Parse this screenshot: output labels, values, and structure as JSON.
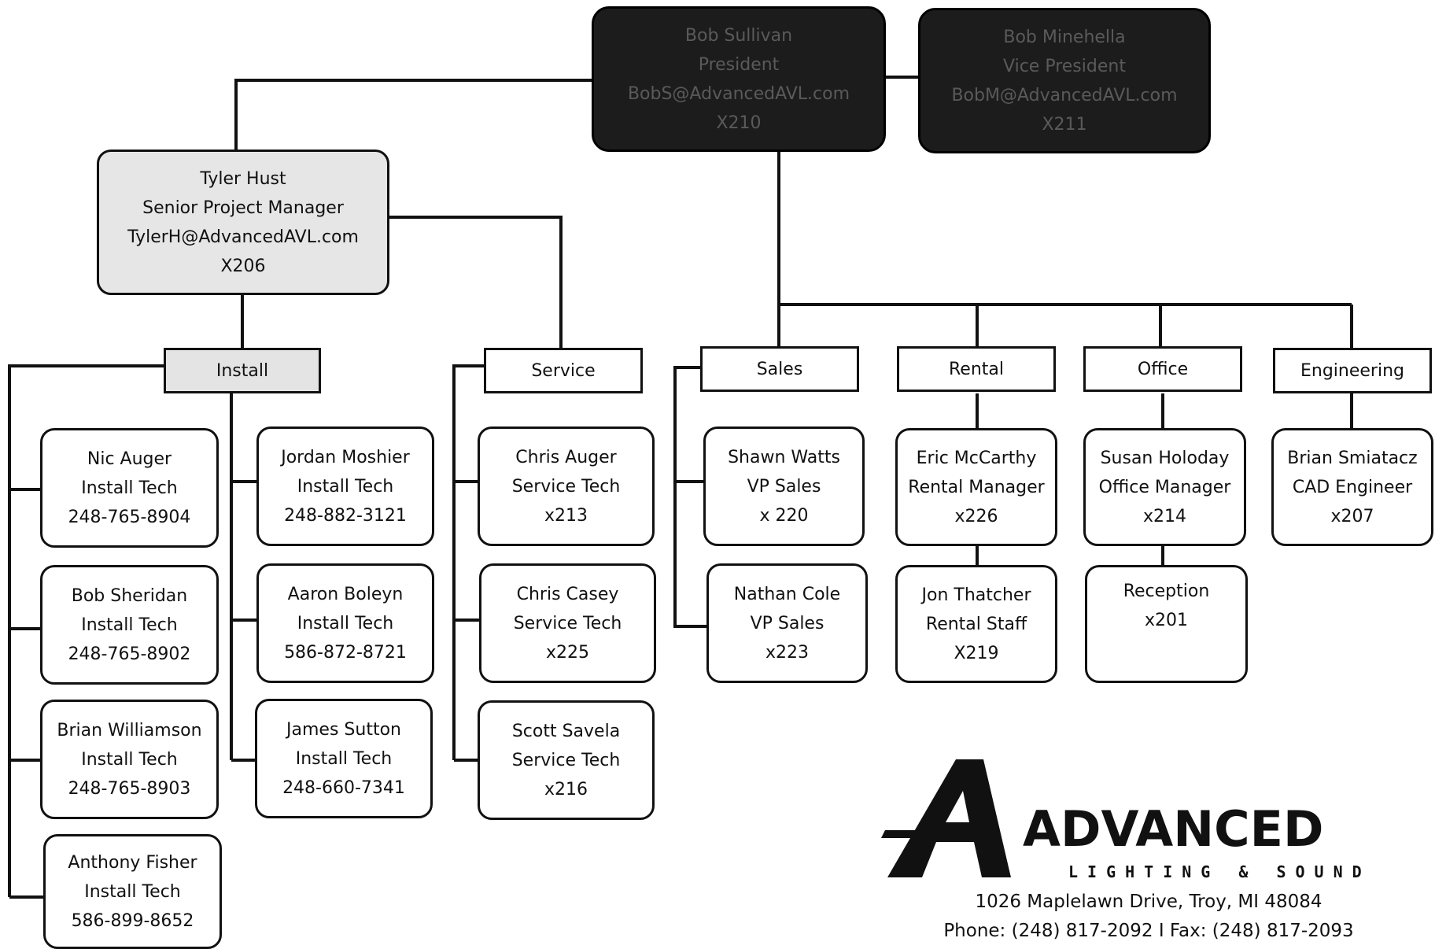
{
  "top": [
    {
      "name": "Bob Sullivan",
      "title": "President",
      "email": "BobS@AdvancedAVL.com",
      "ext": "X210"
    },
    {
      "name": "Bob Minehella",
      "title": "Vice President",
      "email": "BobM@AdvancedAVL.com",
      "ext": "X211"
    }
  ],
  "manager": {
    "name": "Tyler Hust",
    "title": "Senior Project Manager",
    "email": "TylerH@AdvancedAVL.com",
    "ext": "X206"
  },
  "departments": [
    "Install",
    "Service",
    "Sales",
    "Rental",
    "Office",
    "Engineering"
  ],
  "install_left": [
    {
      "name": "Nic Auger",
      "title": "Install Tech",
      "phone": "248-765-8904"
    },
    {
      "name": "Bob Sheridan",
      "title": "Install Tech",
      "phone": "248-765-8902"
    },
    {
      "name": "Brian Williamson",
      "title": "Install Tech",
      "phone": "248-765-8903"
    },
    {
      "name": "Anthony Fisher",
      "title": "Install Tech",
      "phone": "586-899-8652"
    }
  ],
  "install_right": [
    {
      "name": "Jordan Moshier",
      "title": "Install Tech",
      "phone": "248-882-3121"
    },
    {
      "name": "Aaron Boleyn",
      "title": "Install Tech",
      "phone": "586-872-8721"
    },
    {
      "name": "James Sutton",
      "title": "Install Tech",
      "phone": "248-660-7341"
    }
  ],
  "service": [
    {
      "name": "Chris Auger",
      "title": "Service Tech",
      "ext": "x213"
    },
    {
      "name": "Chris Casey",
      "title": "Service Tech",
      "ext": "x225"
    },
    {
      "name": "Scott Savela",
      "title": "Service Tech",
      "ext": "x216"
    }
  ],
  "sales": [
    {
      "name": "Shawn Watts",
      "title": "VP Sales",
      "ext": "x 220"
    },
    {
      "name": "Nathan Cole",
      "title": "VP Sales",
      "ext": "x223"
    }
  ],
  "rental": [
    {
      "name": "Eric McCarthy",
      "title": "Rental Manager",
      "ext": "x226"
    },
    {
      "name": "Jon Thatcher",
      "title": "Rental Staff",
      "ext": "X219"
    }
  ],
  "office": [
    {
      "name": "Susan Holoday",
      "title": "Office Manager",
      "ext": "x214"
    },
    {
      "name": "Reception",
      "ext": "x201"
    }
  ],
  "engineering": [
    {
      "name": "Brian Smiatacz",
      "title": "CAD Engineer",
      "ext": "x207"
    }
  ],
  "company": {
    "logo_word": "ADVANCED",
    "logo_sub": "LIGHTING & SOUND",
    "address": "1026 Maplelawn Drive, Troy, MI 48084",
    "phone_line": "Phone: (248) 817-2092  I  Fax:  (248) 817-2093"
  },
  "colors": {
    "line": "#111111",
    "dark_box": "#1c1c1c",
    "grey_box": "#e6e6e6"
  }
}
